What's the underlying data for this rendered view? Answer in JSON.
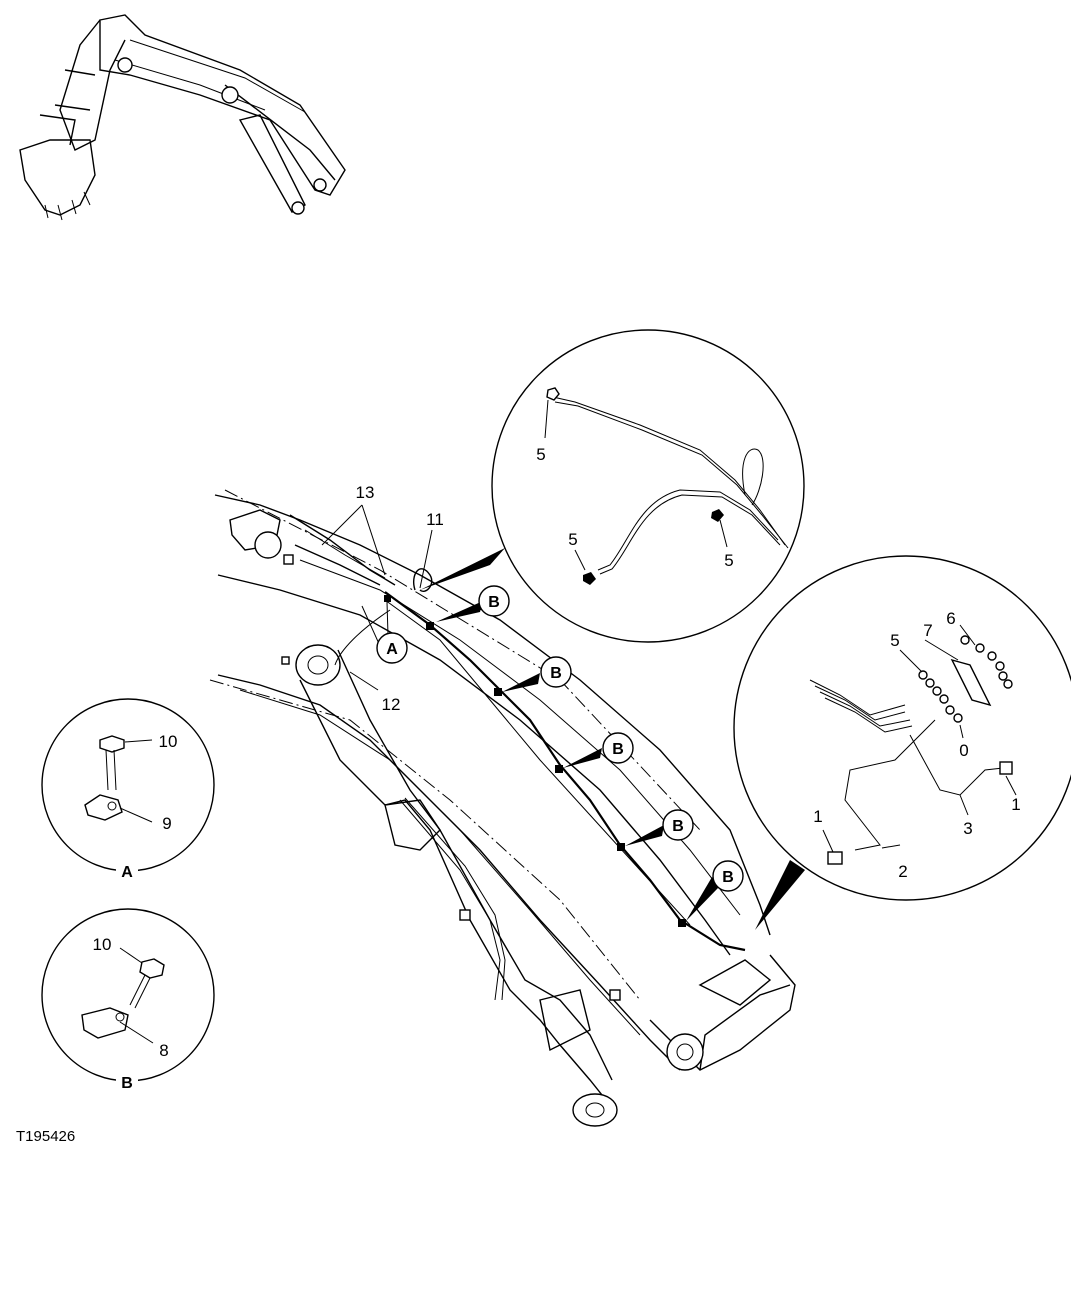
{
  "figure_id": "T195426",
  "main_labels": {
    "l13": "13",
    "l11": "11",
    "l12": "12"
  },
  "callouts": {
    "a": "A",
    "b": "B"
  },
  "detail_top": {
    "l5a": "5",
    "l5b": "5",
    "l5c": "5"
  },
  "detail_right": {
    "l5": "5",
    "l7": "7",
    "l6": "6",
    "l0": "0",
    "l1a": "1",
    "l1b": "1",
    "l2": "2",
    "l3": "3"
  },
  "detail_a": {
    "l10": "10",
    "l9": "9",
    "caption": "A"
  },
  "detail_b": {
    "l10": "10",
    "l8": "8",
    "caption": "B"
  }
}
